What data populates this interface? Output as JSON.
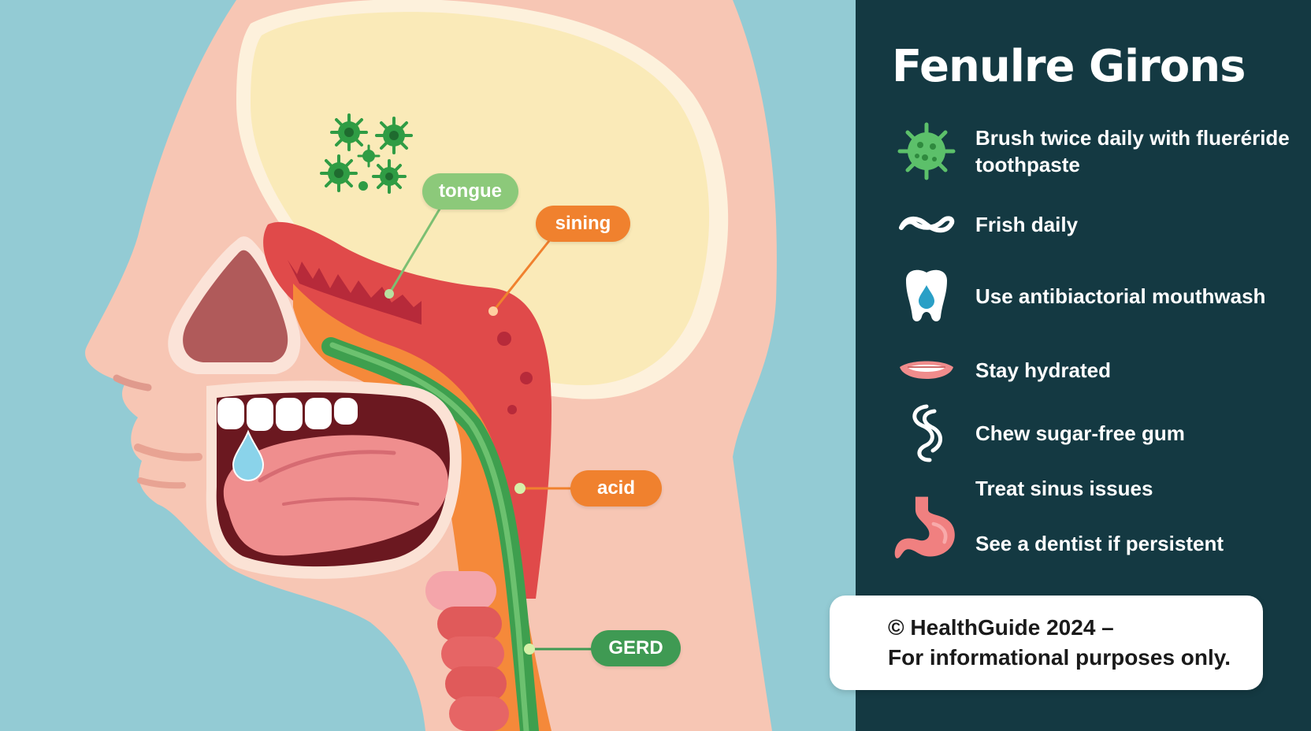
{
  "diagram": {
    "callouts": {
      "tongue": "tongue",
      "sining": "sining",
      "acid": "acid",
      "gerd": "GERD"
    },
    "colors": {
      "background": "#93cbd4",
      "skin": "#f7c6b4",
      "brain": "#faeab8",
      "throat_red": "#e04a4a",
      "esophagus_orange": "#f5893a",
      "esophagus_green": "#3e9f4e",
      "tongue": "#ef8e8e",
      "callout_green": "#8cc97a",
      "callout_orange": "#f0812e",
      "callout_dark_green": "#3f9a53"
    },
    "icons": [
      "bacteria-icon",
      "saliva-drop-icon"
    ]
  },
  "panel": {
    "title": "Fenulre Girons",
    "background": "#143942",
    "tips": [
      {
        "icon": "bacteria-icon",
        "text": "Brush twice daily with flueréride toothpaste"
      },
      {
        "icon": "floss-icon",
        "text": "Frish daily"
      },
      {
        "icon": "tooth-drop-icon",
        "text": "Use antibiactorial mouthwash"
      },
      {
        "icon": "mouth-icon",
        "text": "Stay hydrated"
      },
      {
        "icon": "gum-icon",
        "text": "Chew sugar-free gum"
      },
      {
        "icon": "stomach-icon",
        "text": "Treat sinus issues"
      },
      {
        "icon": "stomach-icon",
        "text": "See a dentist if persistent"
      }
    ]
  },
  "footer": {
    "line1": "© HealthGuide 2024 –",
    "line2": "For informational purposes only."
  }
}
